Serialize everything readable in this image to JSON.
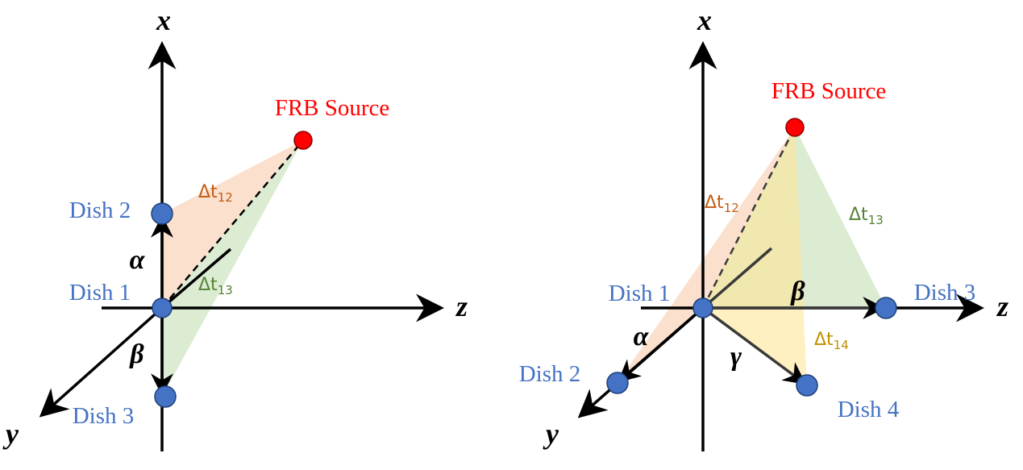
{
  "colors": {
    "dish": "#4472C4",
    "dish_stroke": "#1f3f7a",
    "source": "#ff0000",
    "dt12": "#C55A11",
    "dt13": "#548235",
    "dt14": "#BF9000",
    "fill_orange": "#f8cbad",
    "fill_green": "#c5e0b4",
    "fill_yellow": "#ffe699",
    "axis": "#000000"
  },
  "left_panel": {
    "axes": {
      "x": "x",
      "y": "y",
      "z": "z"
    },
    "dishes": [
      "Dish 1",
      "Dish 2",
      "Dish 3"
    ],
    "source": "FRB Source",
    "angles": {
      "alpha": "α",
      "beta": "β"
    },
    "delays": {
      "dt12": {
        "base": "Δt",
        "sub": "12"
      },
      "dt13": {
        "base": "Δt",
        "sub": "13"
      }
    }
  },
  "right_panel": {
    "axes": {
      "x": "x",
      "y": "y",
      "z": "z"
    },
    "dishes": [
      "Dish 1",
      "Dish 2",
      "Dish 3",
      "Dish 4"
    ],
    "source": "FRB Source",
    "angles": {
      "alpha": "α",
      "beta": "β",
      "gamma": "γ"
    },
    "delays": {
      "dt12": {
        "base": "Δt",
        "sub": "12"
      },
      "dt13": {
        "base": "Δt",
        "sub": "13"
      },
      "dt14": {
        "base": "Δt",
        "sub": "14"
      }
    }
  }
}
